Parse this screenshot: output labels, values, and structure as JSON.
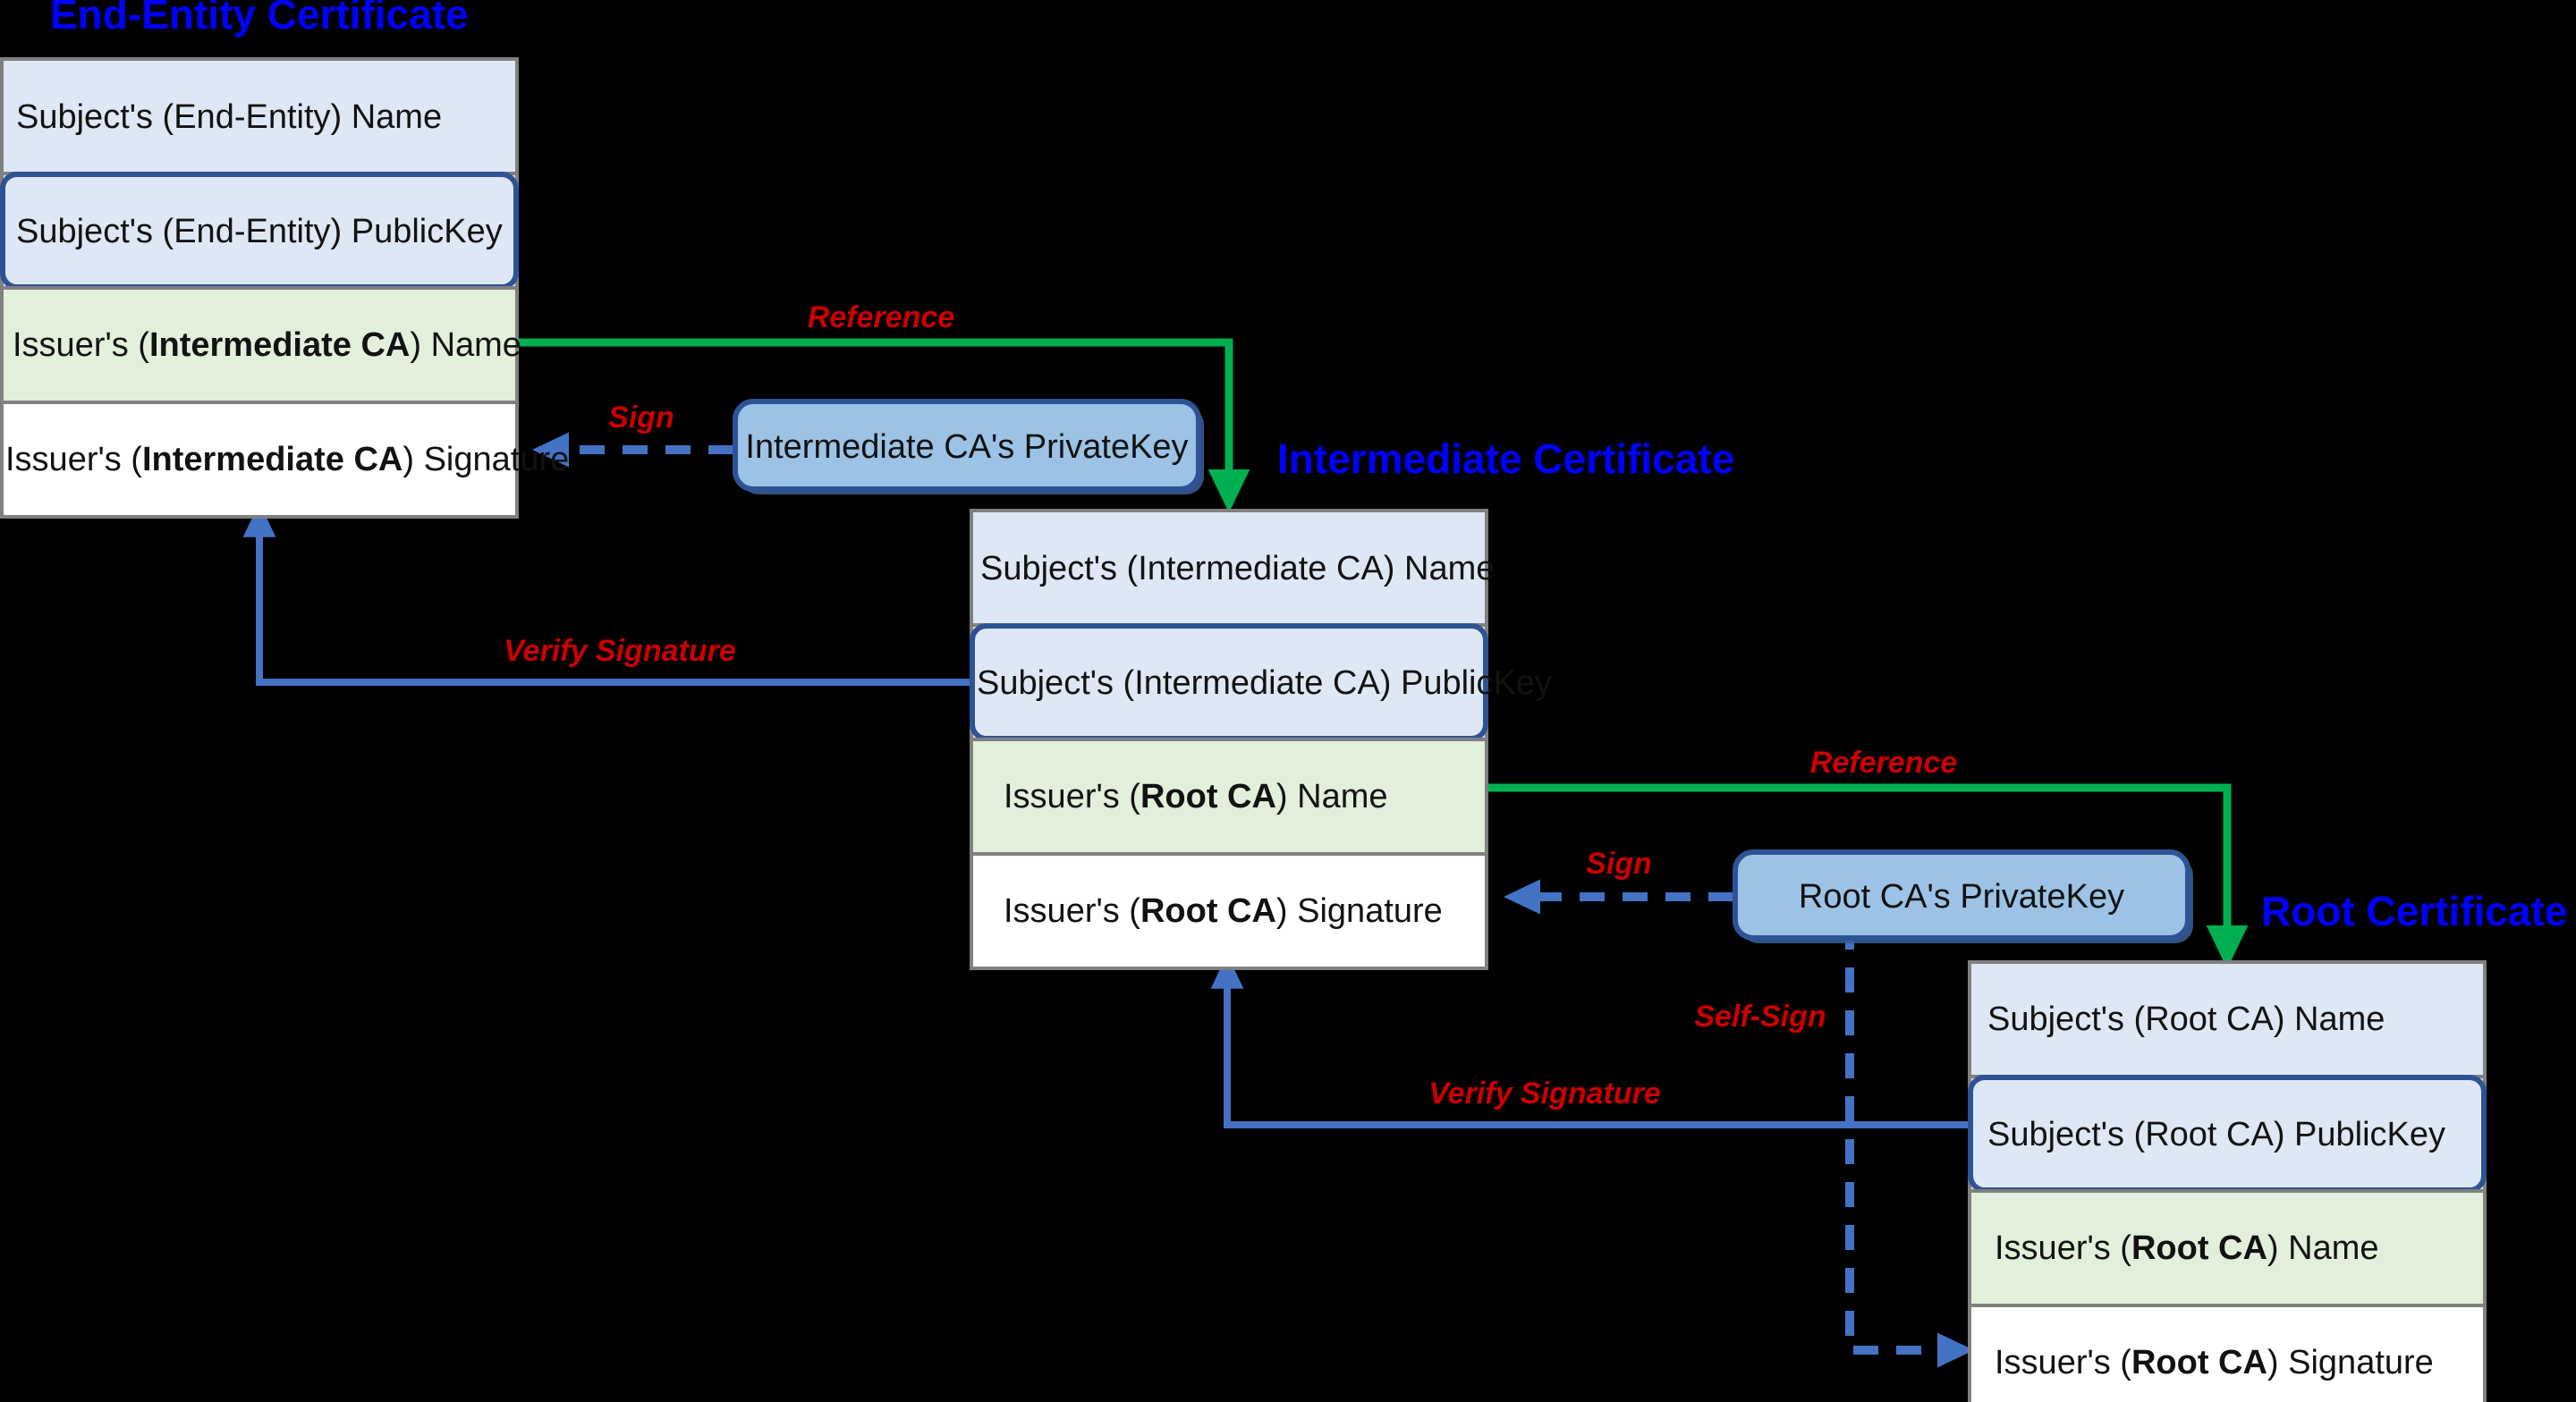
{
  "diagram": {
    "background_color": "#000000",
    "title_color": "#0000FF",
    "edge_label_color": "#CC0000",
    "reference_arrow_color": "#00B050",
    "sign_arrow_color": "#4472C4"
  },
  "certificates": [
    {
      "id": "end-entity",
      "title": "End-Entity Certificate",
      "rows": [
        {
          "kind": "subject-name",
          "text": "Subject's (End-Entity) Name",
          "bold_part": ""
        },
        {
          "kind": "subject-publickey",
          "text": "Subject's (End-Entity) PublicKey",
          "bold_part": ""
        },
        {
          "kind": "issuer-name",
          "prefix": "Issuer's (",
          "bold": "Intermediate CA",
          "suffix": ") Name"
        },
        {
          "kind": "issuer-signature",
          "prefix": "Issuer's (",
          "bold": "Intermediate CA",
          "suffix": ") Signature"
        }
      ]
    },
    {
      "id": "intermediate",
      "title": "Intermediate Certificate",
      "rows": [
        {
          "kind": "subject-name",
          "text": "Subject's (Intermediate CA) Name"
        },
        {
          "kind": "subject-publickey",
          "text": "Subject's (Intermediate CA) PublicKey"
        },
        {
          "kind": "issuer-name",
          "prefix": "Issuer's (",
          "bold": "Root CA",
          "suffix": ") Name"
        },
        {
          "kind": "issuer-signature",
          "prefix": "Issuer's (",
          "bold": "Root CA",
          "suffix": ") Signature"
        }
      ]
    },
    {
      "id": "root",
      "title": "Root Certificate",
      "rows": [
        {
          "kind": "subject-name",
          "text": "Subject's (Root CA) Name"
        },
        {
          "kind": "subject-publickey",
          "text": "Subject's (Root CA) PublicKey"
        },
        {
          "kind": "issuer-name",
          "prefix": "Issuer's (",
          "bold": "Root CA",
          "suffix": ") Name"
        },
        {
          "kind": "issuer-signature",
          "prefix": "Issuer's (",
          "bold": "Root CA",
          "suffix": ") Signature"
        }
      ]
    }
  ],
  "keys": [
    {
      "id": "intermediate-privatekey",
      "label": "Intermediate CA's PrivateKey"
    },
    {
      "id": "root-privatekey",
      "label": "Root CA's PrivateKey"
    }
  ],
  "edges": [
    {
      "id": "reference-ee-to-intermediate",
      "label": "Reference",
      "style": "solid-green"
    },
    {
      "id": "sign-intermediate-ee",
      "label": "Sign",
      "style": "dashed-blue"
    },
    {
      "id": "verify-ee",
      "label": "Verify Signature",
      "style": "solid-blue"
    },
    {
      "id": "reference-int-to-root",
      "label": "Reference",
      "style": "solid-green"
    },
    {
      "id": "sign-root-intermediate",
      "label": "Sign",
      "style": "dashed-blue"
    },
    {
      "id": "verify-intermediate",
      "label": "Verify Signature",
      "style": "solid-blue"
    },
    {
      "id": "self-sign-root",
      "label": "Self-Sign",
      "style": "dashed-blue"
    }
  ]
}
